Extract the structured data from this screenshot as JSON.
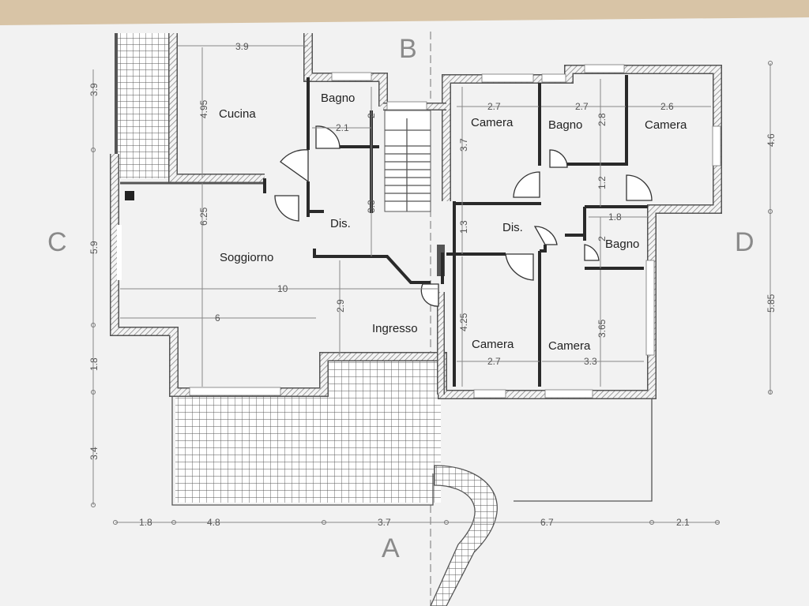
{
  "plan": {
    "sides": {
      "a": "A",
      "b": "B",
      "c": "C",
      "d": "D"
    },
    "rooms": {
      "cucina": "Cucina",
      "bagno_top": "Bagno",
      "camera_top_left": "Camera",
      "bagno_top_mid": "Bagno",
      "camera_top_right": "Camera",
      "dis_left": "Dis.",
      "dis_right": "Dis.",
      "soggiorno": "Soggiorno",
      "bagno_right": "Bagno",
      "ingresso": "Ingresso",
      "camera_bottom_left": "Camera",
      "camera_bottom_right": "Camera"
    },
    "dims": {
      "cucina_w": "3.9",
      "cucina_h": "4.95",
      "bagno_w": "2.1",
      "bagno_h": "2",
      "stair_h": "3.3",
      "cam1_w": "2.7",
      "cam1_h": "3.7",
      "bagno2_w": "2.7",
      "bagno2_h": "2.8",
      "cam2_w": "2.6",
      "corr_h": "1.2",
      "dis_h": "1.3",
      "sogg_h": "6.25",
      "sogg_w": "10",
      "sogg_w2": "6",
      "ingr_h": "2.9",
      "bagno3_w": "1.8",
      "bagno3_h": "2",
      "cam3_h": "4.25",
      "cam3_w": "2.7",
      "cam4_w": "3.3",
      "cam4_h": "3.65",
      "left_1": "3.9",
      "left_2": "5.9",
      "left_3": "1.8",
      "left_4": "3.4",
      "right_1": "4.6",
      "right_2": "5.85",
      "bot_1": "1.8",
      "bot_2": "4.8",
      "bot_3": "3.7",
      "bot_4": "6.7",
      "bot_5": "2.1"
    }
  }
}
